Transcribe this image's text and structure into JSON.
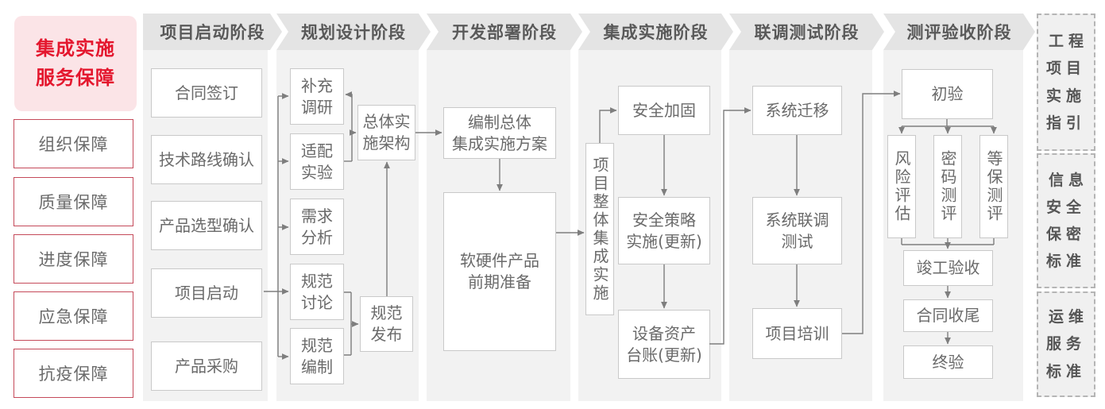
{
  "colors": {
    "accent_red": "#e4172e",
    "pink_background": "#fbe4e7",
    "guarantee_border_red": "#c54a5a",
    "phase_band_gray": "#e4e4e4",
    "phase_panel_gray": "#f2f2f2",
    "box_border_gray": "#c9c9c9",
    "box_text_gray": "#6a6a6a",
    "header_text_gray": "#595959",
    "arrow_gray": "#7e7e7e"
  },
  "left_panel": {
    "title": "集成实施\n服务保障",
    "guarantees": [
      "组织保障",
      "质量保障",
      "进度保障",
      "应急保障",
      "抗疫保障"
    ]
  },
  "phases": [
    {
      "label": "项目启动阶段",
      "boxes": [
        "合同签订",
        "技术路线确认",
        "产品选型确认",
        "项目启动",
        "产品采购"
      ]
    },
    {
      "label": "规划设计阶段",
      "boxes": [
        "补充\n调研",
        "适配\n实验",
        "需求\n分析",
        "规范\n讨论",
        "规范\n编制",
        "总体实\n施架构",
        "规范\n发布"
      ]
    },
    {
      "label": "开发部署阶段",
      "boxes": [
        "编制总体\n集成实施方案",
        "软硬件产品\n前期准备"
      ]
    },
    {
      "label": "集成实施阶段",
      "boxes": [
        "项目整体集成实施",
        "安全加固",
        "安全策略\n实施(更新)",
        "设备资产\n台账(更新)"
      ]
    },
    {
      "label": "联调测试阶段",
      "boxes": [
        "系统迁移",
        "系统联调\n测试",
        "项目培训"
      ]
    },
    {
      "label": "测评验收阶段",
      "boxes": [
        "初验",
        "风险评估",
        "密码测评",
        "等保测评",
        "竣工验收",
        "合同收尾",
        "终验"
      ]
    }
  ],
  "sidebar": [
    "工程\n项目\n实施\n指引",
    "信息\n安全\n保密\n标准",
    "运维\n服务\n标准"
  ]
}
